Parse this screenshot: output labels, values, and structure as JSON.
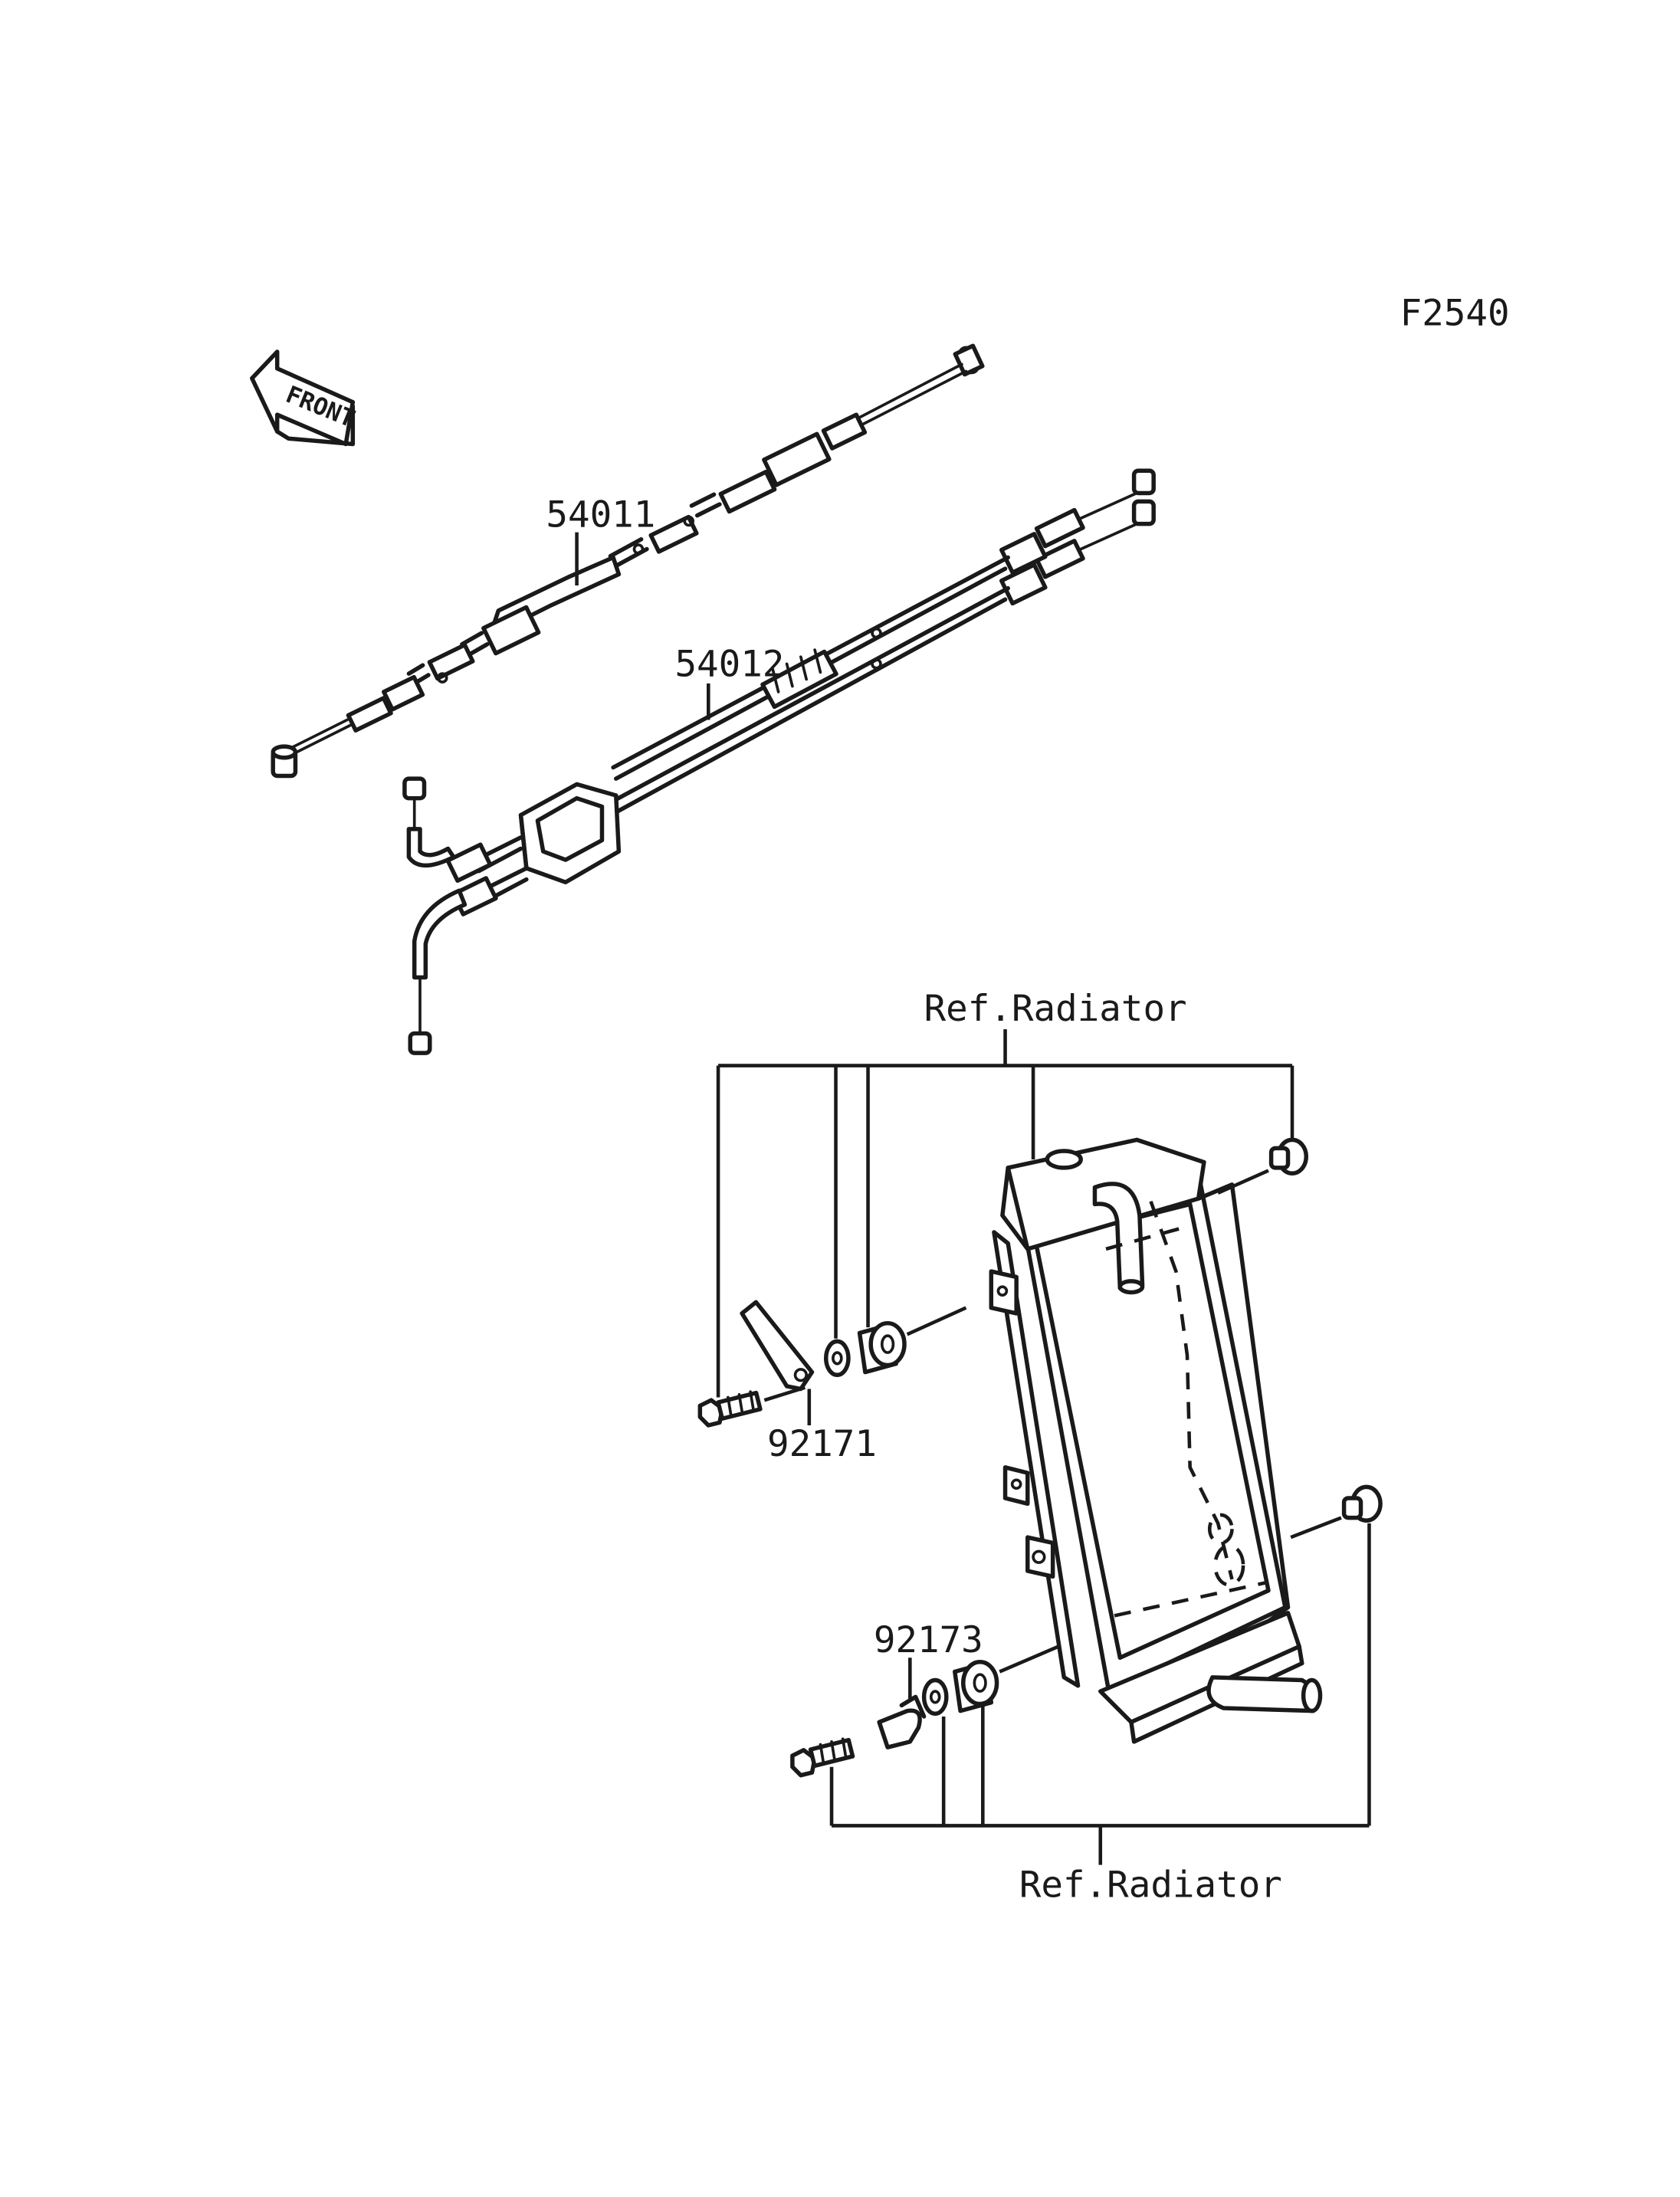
{
  "diagram_code": "F2540",
  "front_label": "FRONT",
  "parts": {
    "throttle_cable_a": "54011",
    "throttle_cable_b": "54012",
    "bracket": "92171",
    "clamp": "92173"
  },
  "references": {
    "top": "Ref.Radiator",
    "bottom": "Ref.Radiator"
  },
  "colors": {
    "line": "#1a1a1a",
    "background": "#ffffff"
  }
}
